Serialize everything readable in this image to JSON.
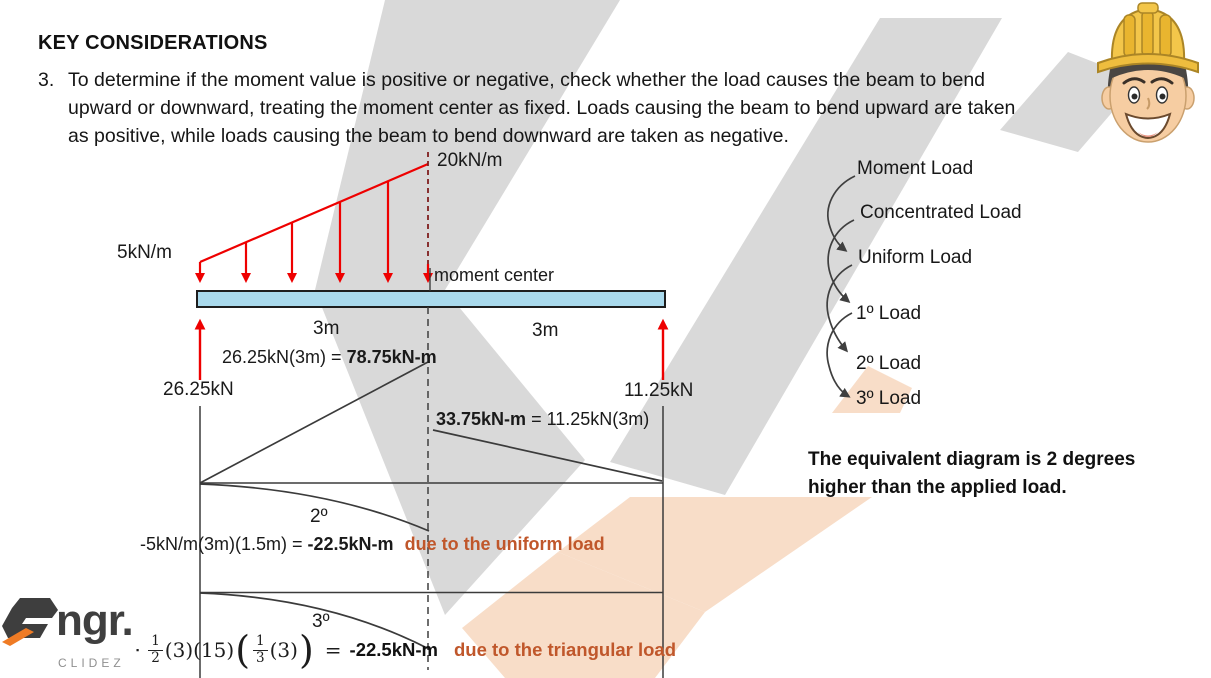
{
  "header": {
    "title": "KEY CONSIDERATIONS"
  },
  "paragraph": {
    "number": "3.",
    "line1": "To determine if the moment value is positive or negative, check whether the load causes the beam to bend",
    "line2": "upward or downward, treating the moment center as fixed. Loads causing the beam to bend upward are taken",
    "line3": "as positive, while loads causing the beam to bend downward are taken as negative."
  },
  "beam_diagram": {
    "load_peak_label": "20kN/m",
    "load_start_label": "5kN/m",
    "moment_center_label": "moment center",
    "span_left_label": "3m",
    "span_right_label": "3m",
    "reaction_left": "26.25kN",
    "reaction_right": "11.25kN",
    "eq_left_normal": "26.25kN(3m) = ",
    "eq_left_bold": "78.75kN-m",
    "eq_right_bold": "33.75kN-m",
    "eq_right_normal": " = 11.25kN(3m)",
    "curve2_label": "2º",
    "curve3_label": "3º",
    "uniform_eq_normal": "-5kN/m(3m)(1.5m)",
    "uniform_eq_equals": " = ",
    "uniform_eq_bold": "-22.5kN-m",
    "uniform_eq_note": "due to the uniform load",
    "tri_eq": {
      "bullet": "▪",
      "f1_num": "1",
      "f1_den": "2",
      "mid": "(3)(15)",
      "open_paren": "(",
      "f2_num": "1",
      "f2_den": "3",
      "inner": "(3)",
      "close_paren": ")",
      "equals": "=",
      "result": "-22.5kN-m",
      "note": "due to the triangular load"
    }
  },
  "legend": {
    "items": [
      "Moment Load",
      "Concentrated Load",
      "Uniform Load",
      "1º Load",
      "2º Load",
      "3º Load"
    ],
    "note_line1": "The equivalent diagram is 2 degrees",
    "note_line2": "higher than the applied load."
  },
  "logo": {
    "text": "ngr.",
    "sub": "CLIDEZ"
  },
  "colors": {
    "load_red": "#ee0000",
    "beam_fill": "#a9d9ec",
    "orange_text": "#c0572b",
    "watermark_gray": "#d9d9d9",
    "watermark_peach": "#f8ddc8",
    "line_dark": "#3b3b3b"
  }
}
